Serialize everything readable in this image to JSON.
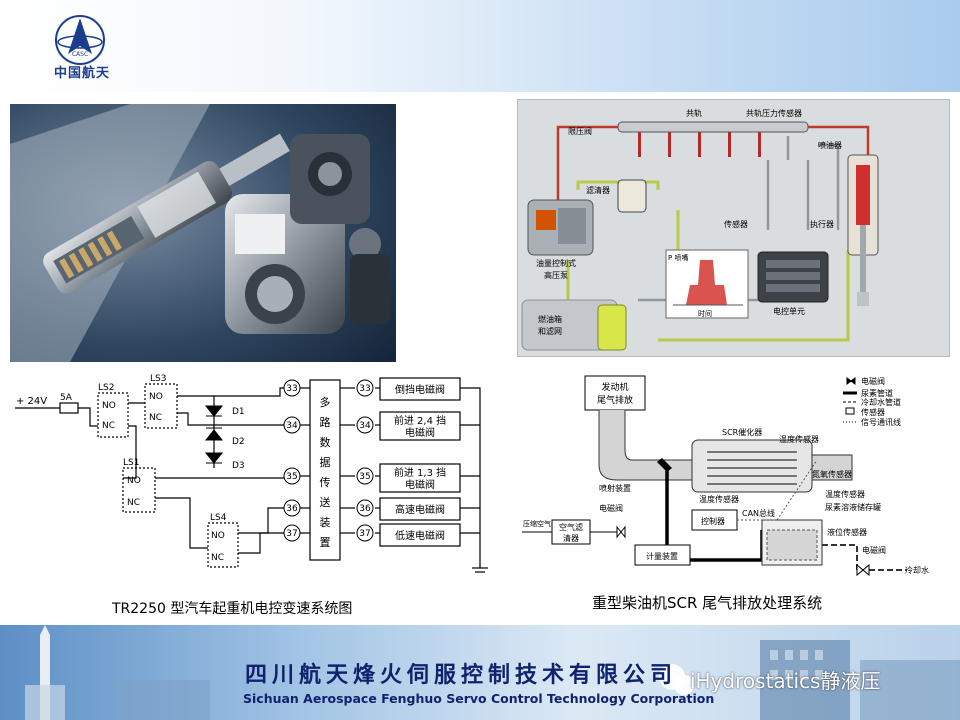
{
  "header": {
    "logo_caption": "中国航天",
    "logo_badge": "CASC"
  },
  "rail": {
    "common_rail": "共轨",
    "pressure_sensor": "共轨压力传感器",
    "limit_valve": "限压阀",
    "injector": "喷油器",
    "filter": "滤清器",
    "sensor": "传感器",
    "actuator": "执行器",
    "pump": "油量控制式高压泵",
    "pump_line1": "油量控制式",
    "pump_line2": "高压泵",
    "p_label": "P 喷嘴",
    "time": "时间",
    "ecu": "电控单元",
    "tank_line1": "燃油箱",
    "tank_line2": "和滤网"
  },
  "circuit": {
    "voltage": "+ 24V",
    "fuse": "5A",
    "ls2": "LS2",
    "ls3": "LS3",
    "ls1": "LS1",
    "ls4": "LS4",
    "no": "NO",
    "nc": "NC",
    "d1": "D1",
    "d2": "D2",
    "d3": "D3",
    "mux_chars": [
      "多",
      "路",
      "数",
      "据",
      "传",
      "送",
      "装",
      "置"
    ],
    "left_pins": [
      "33",
      "34",
      "35",
      "36",
      "37"
    ],
    "right_pins": [
      "33",
      "34",
      "35",
      "36",
      "37"
    ],
    "valves": [
      {
        "line1": "倒挡电磁阀",
        "line2": ""
      },
      {
        "line1": "前进 2,4 挡",
        "line2": "电磁阀"
      },
      {
        "line1": "前进 1,3 挡",
        "line2": "电磁阀"
      },
      {
        "line1": "高速电磁阀",
        "line2": ""
      },
      {
        "line1": "低速电磁阀",
        "line2": ""
      }
    ]
  },
  "scr": {
    "engine_line1": "发动机",
    "engine_line2": "尾气排放",
    "catalyst": "SCR催化器",
    "temp_sensor": "温度传感器",
    "nox_sensor": "氮氧传感器",
    "temp_sensor2": "温度传感器",
    "urea_tank": "尿素溶液储存罐",
    "level_sensor": "液位传感器",
    "solenoid_right": "电磁阀",
    "coolant_in": "冷却水",
    "injector": "喷射装置",
    "solenoid_left": "电磁阀",
    "temp_sensor3": "温度传感器",
    "can_bus": "CAN总线",
    "controller": "控制器",
    "air": "压缩空气",
    "filter_line1": "空气滤",
    "filter_line2": "清器",
    "meter": "计量装置",
    "legend": [
      "电磁阀",
      "尿素管道",
      "冷却水管道",
      "传感器",
      "信号通讯线"
    ]
  },
  "captions": {
    "left": "TR2250 型汽车起重机电控变速系统图",
    "right": "重型柴油机SCR 尾气排放处理系统"
  },
  "footer": {
    "company_cn": "四川航天烽火伺服控制技术有限公司",
    "company_en": "Sichuan Aerospace Fenghuo Servo Control Technology Corporation",
    "wechat": "iHydrostatics静液压"
  }
}
